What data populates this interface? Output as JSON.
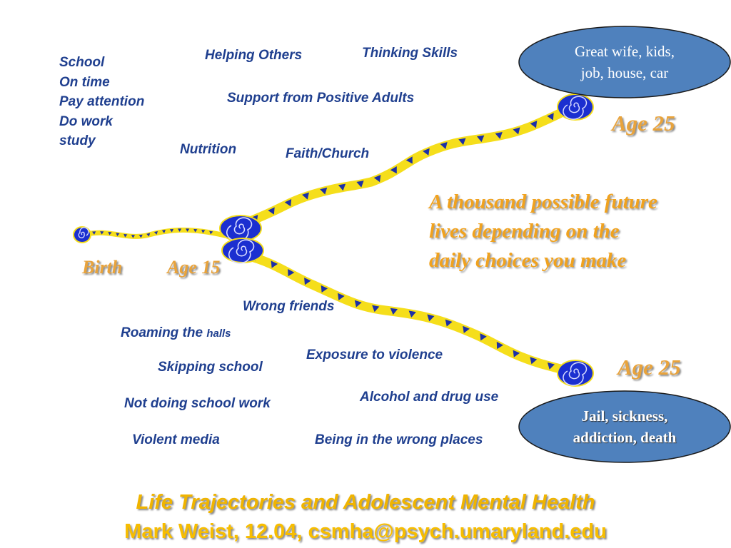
{
  "positive_influences": {
    "school_list": [
      "School",
      "On time",
      "Pay attention",
      "Do work",
      "study"
    ],
    "helping_others": "Helping Others",
    "thinking_skills": "Thinking Skills",
    "support": "Support from Positive Adults",
    "nutrition": "Nutrition",
    "faith": "Faith/Church"
  },
  "negative_influences": {
    "wrong_friends": "Wrong friends",
    "roaming_halls": "Roaming the",
    "roaming_halls_small": "halls",
    "skipping_school": "Skipping school",
    "exposure_violence": "Exposure to violence",
    "not_doing_work": "Not doing school work",
    "alcohol_drugs": "Alcohol and drug use",
    "violent_media": "Violent media",
    "wrong_places": "Being in the wrong places"
  },
  "stages": {
    "birth": "Birth",
    "age15": "Age 15",
    "age25_top": "Age 25",
    "age25_bottom": "Age 25"
  },
  "outcomes": {
    "good_line1": "Great wife, kids,",
    "good_line2": "job, house, car",
    "bad_line1": "Jail, sickness,",
    "bad_line2": "addiction, death"
  },
  "message": {
    "line1": "A thousand possible future",
    "line2": "lives depending on the",
    "line3": "daily choices you make"
  },
  "footer": {
    "title": "Life Trajectories and Adolescent Mental Health",
    "credit": "Mark Weist, 12.04, csmha@psych.umaryland.edu"
  },
  "colors": {
    "path_fill": "#f5de1b",
    "triangle": "#1b2fa8",
    "spiral_fill": "#1b2fd0",
    "oval_fill": "#4f81bd",
    "oval_stroke": "#1a1a1a",
    "label_blue": "#1f3f8f",
    "accent_orange": "#e8a33c",
    "footer_gold": "#f0b400"
  }
}
